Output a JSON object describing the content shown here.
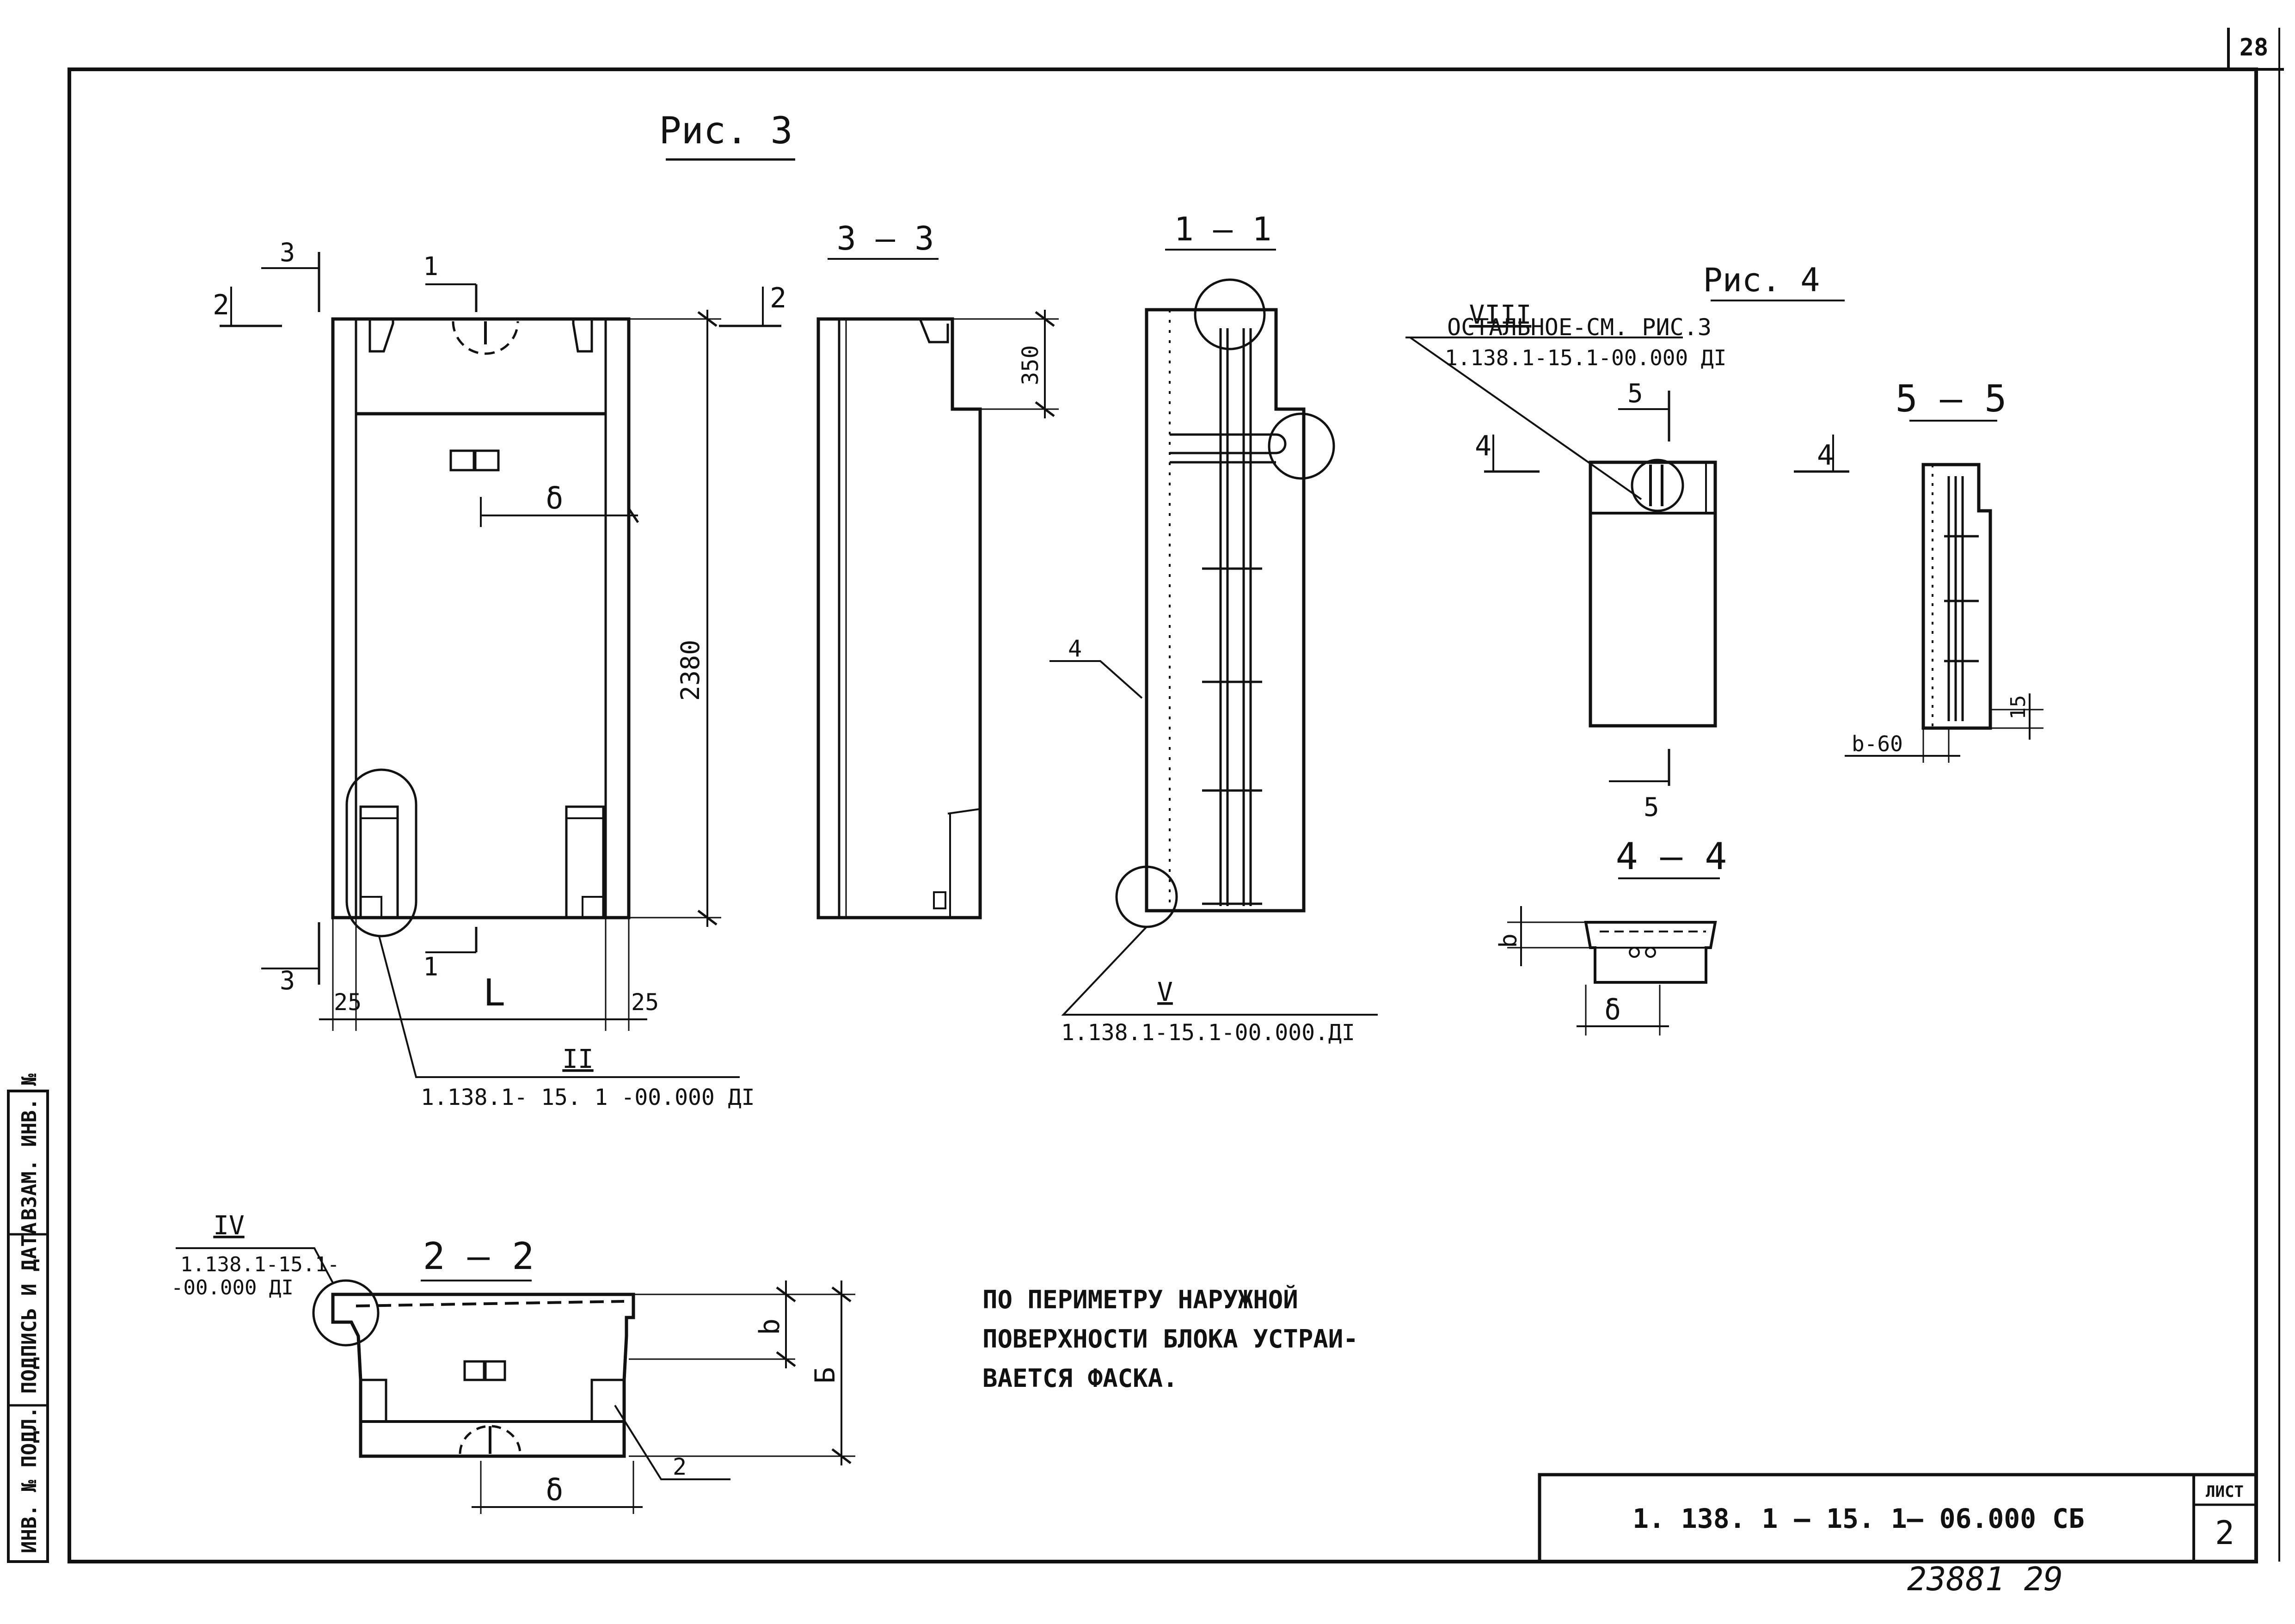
{
  "sheet": {
    "page_number": "28",
    "list_label": "ЛИСТ",
    "list_number": "2",
    "doc_code": "1. 138. 1 — 15. 1— 06.000 СБ",
    "archive_number": "23881 29"
  },
  "side_stamp": {
    "inv_podl": "ИНВ. № ПОДЛ.",
    "podpis_data": "ПОДПИСЬ И ДАТА",
    "vzam_inv": "ВЗАМ. ИНВ. №"
  },
  "fig3": {
    "title": "Рис. 3",
    "section_3_3": "3 — 3",
    "section_1_1": "1 — 1",
    "section_2_2": "2 — 2",
    "mark_1": "1",
    "mark_2": "2",
    "mark_3": "3",
    "dim_height": "2380",
    "dim_350": "350",
    "dim_25": "25",
    "dim_L": "L",
    "dim_delta": "δ",
    "dim_b": "b",
    "dim_B": "Б",
    "callout_II": "II",
    "callout_II_ref": "1.138.1- 15. 1 -00.000 ДI",
    "callout_IV": "IV",
    "callout_IV_ref_1": "1.138.1-15.1-",
    "callout_IV_ref_2": "-00.000 ДI",
    "callout_V": "V",
    "callout_V_ref": "1.138.1-15.1-00.000.ДI",
    "pos_4": "4",
    "pos_2": "2"
  },
  "fig4": {
    "title": "Рис. 4",
    "subtitle": "ОСТАЛЬНОЕ-СМ. РИС.3",
    "callout_VIII": "VIII",
    "callout_VIII_ref": "1.138.1-15.1-00.000 ДI",
    "section_4_4": "4 — 4",
    "section_5_5": "5 — 5",
    "mark_4": "4",
    "mark_5": "5",
    "dim_b": "b",
    "dim_delta": "δ",
    "dim_15": "15",
    "dim_b60": "b-60"
  },
  "note": {
    "line1": "ПО ПЕРИМЕТРУ НАРУЖНОЙ",
    "line2": "ПОВЕРХНОСТИ БЛОКА УСТРАИ-",
    "line3": "ВАЕТСЯ ФАСКА."
  }
}
